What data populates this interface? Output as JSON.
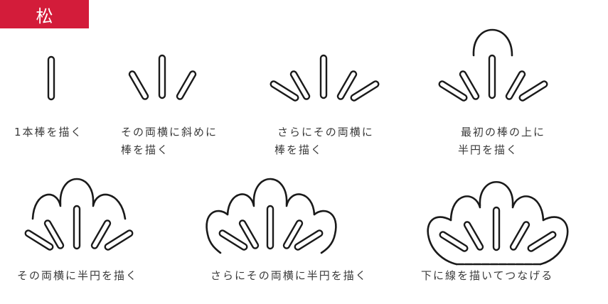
{
  "title": "松",
  "accent_color": "#d31c3a",
  "steps": [
    {
      "label": "1本棒を描く"
    },
    {
      "label_line1": "その両横に斜めに",
      "label_line2": "棒を描く"
    },
    {
      "label_line1": "さらにその両横に",
      "label_line2": "棒を描く"
    },
    {
      "label_line1": "最初の棒の上に",
      "label_line2": "半円を描く"
    },
    {
      "label": "その両横に半円を描く"
    },
    {
      "label": "さらにその両横に半円を描く"
    },
    {
      "label": "下に線を描いてつなげる"
    }
  ]
}
